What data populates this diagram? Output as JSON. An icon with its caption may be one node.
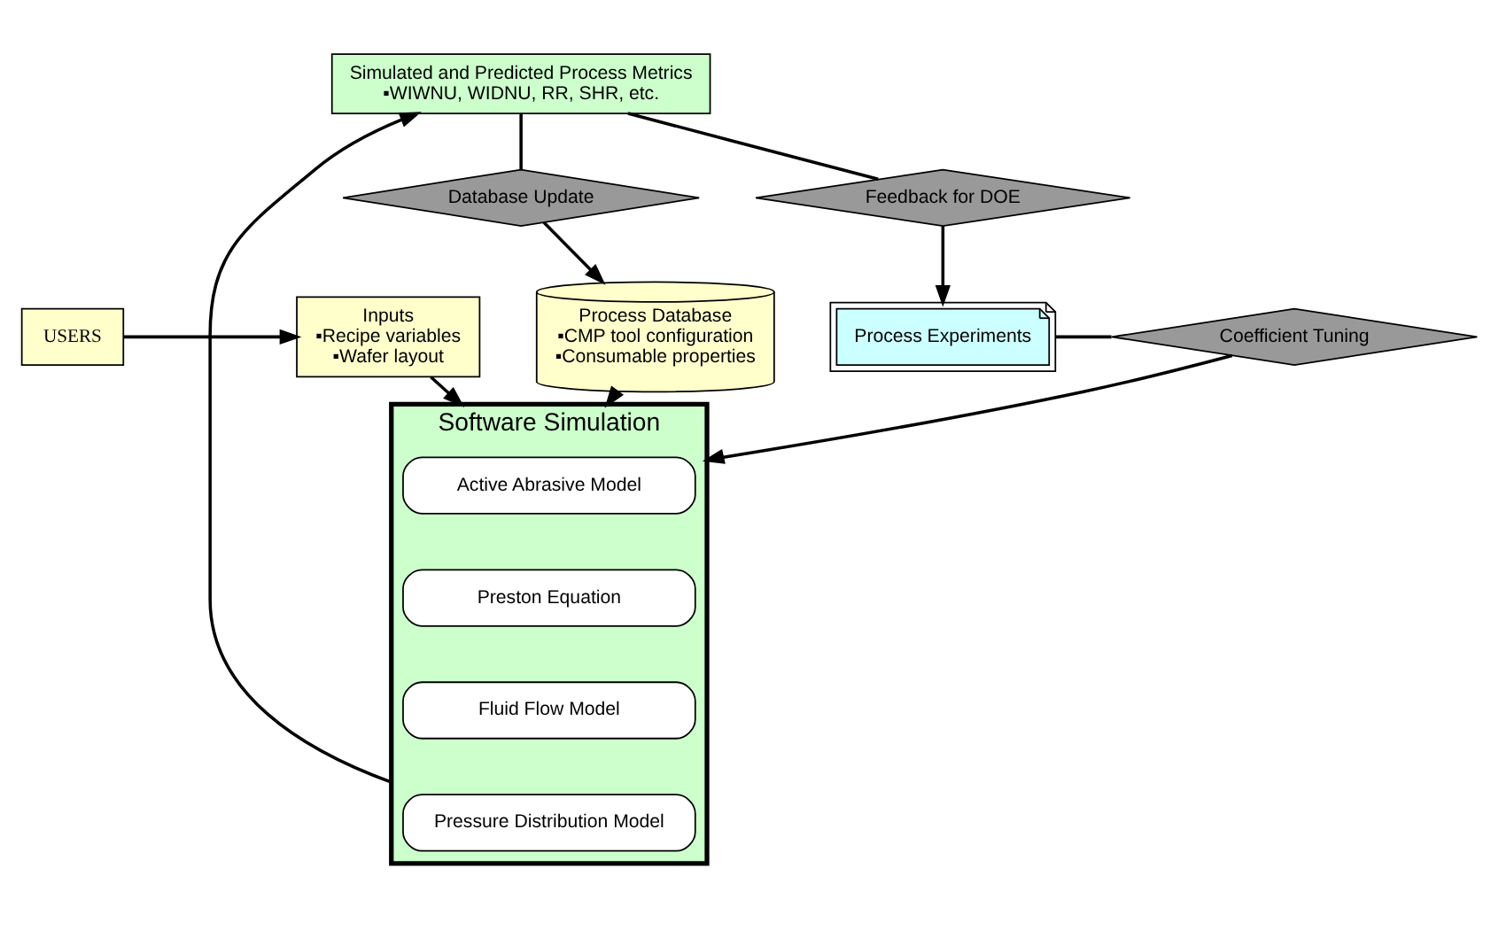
{
  "diagram": {
    "nodes": [
      {
        "text": [
          "USERS"
        ]
      },
      {
        "text": [
          "Inputs",
          "▪Recipe variables",
          "▪Wafer layout"
        ]
      },
      {
        "text": [
          "Process Database",
          "▪CMP tool configuration",
          "▪Consumable properties"
        ]
      },
      {
        "text": [
          "Software Simulation"
        ]
      },
      {
        "text": [
          "Active Abrasive Model"
        ],
        "in": 3
      },
      {
        "text": [
          "Preston Equation"
        ],
        "in": 3
      },
      {
        "text": [
          "Fluid Flow Model"
        ],
        "in": 3
      },
      {
        "text": [
          "Pressure Distribution Model"
        ],
        "in": 3
      },
      {
        "text": [
          "Process Experiments"
        ]
      },
      {
        "text": [
          "Coefficient Tuning"
        ]
      },
      {
        "text": [
          "Database Update"
        ]
      },
      {
        "text": [
          "Feedback for DOE"
        ]
      },
      {
        "text": [
          "Simulated and Predicted Process Metrics",
          "▪WIWNU, WIDNU, RR, SHR, etc."
        ]
      }
    ],
    "edges": [
      {
        "from": 0,
        "to": 1,
        "arrow": "to"
      },
      {
        "from": 1,
        "to": 3,
        "arrow": "to"
      },
      {
        "from": 2,
        "to": 3,
        "arrow": "to"
      },
      {
        "from": 8,
        "to": 9,
        "arrow": "none"
      },
      {
        "from": 9,
        "to": 3,
        "arrow": "to"
      },
      {
        "from": 3,
        "to": 12,
        "arrow": "to"
      },
      {
        "from": 12,
        "to": 10,
        "arrow": "none"
      },
      {
        "from": 10,
        "to": 2,
        "arrow": "to"
      },
      {
        "from": 12,
        "to": 11,
        "arrow": "none"
      },
      {
        "from": 11,
        "to": 8,
        "arrow": "to"
      }
    ]
  }
}
